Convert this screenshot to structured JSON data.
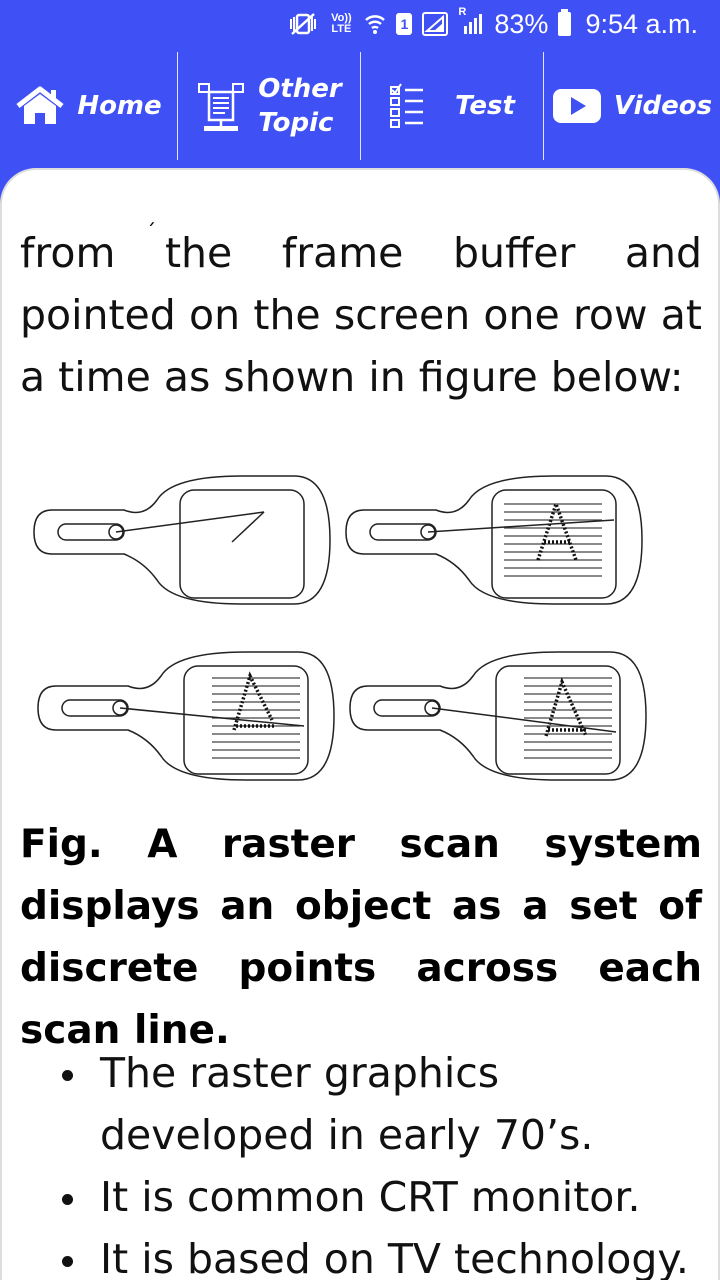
{
  "status": {
    "network": "Vo)) LTE",
    "sim": "1",
    "roaming": "R",
    "battery": "83%",
    "time": "9:54 a.m."
  },
  "nav": {
    "home": "Home",
    "other_line1": "Other",
    "other_line2": "Topic",
    "test": "Test",
    "videos": "Videos"
  },
  "content": {
    "intro": "from the frame buffer and pointed on the screen one row at a time as shown in figure below:",
    "caption": "Fig. A raster scan system displays an object as a set of discrete points across each scan line.",
    "bullets": [
      "The raster graphics developed in early 70’s.",
      "It is common CRT monitor.",
      "It is based on TV technology."
    ]
  },
  "colors": {
    "accent": "#3f51f5",
    "card": "#ffffff",
    "text": "#111111"
  }
}
